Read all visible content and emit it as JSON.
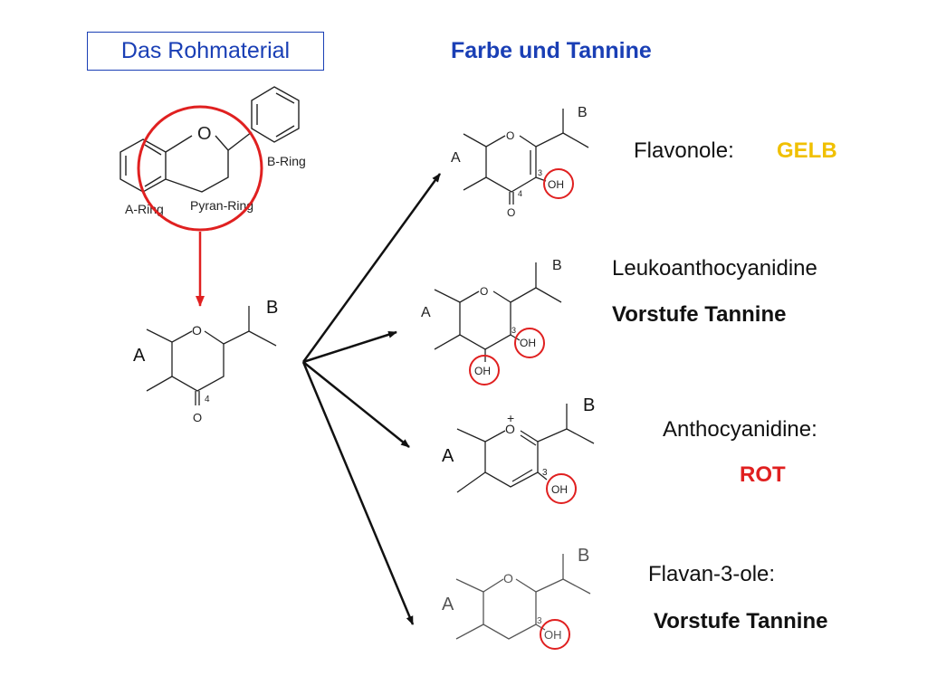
{
  "header": {
    "box_title": "Das Rohmaterial",
    "heading": "Farbe und Tannine"
  },
  "colors": {
    "blue": "#1a3fb5",
    "red": "#e02020",
    "yellow": "#f0c000",
    "black": "#111111"
  },
  "top_structure": {
    "o": "O",
    "a_ring": "A-Ring",
    "b_ring": "B-Ring",
    "pyran_ring": "Pyran-Ring"
  },
  "center_structure": {
    "a": "A",
    "b": "B",
    "o": "O",
    "carbonyl_o": "O",
    "pos4": "4"
  },
  "flavonol": {
    "a": "A",
    "b": "B",
    "o": "O",
    "carbonyl_o": "O",
    "pos3": "3",
    "pos4": "4",
    "oh": "OH",
    "label": "Flavonole:",
    "color_word": "GELB"
  },
  "leuko": {
    "a": "A",
    "b": "B",
    "o": "O",
    "pos3": "3",
    "oh3": "OH",
    "oh4": "OH",
    "label": "Leukoanthocyanidine",
    "sublabel": "Vorstufe Tannine"
  },
  "antho": {
    "a": "A",
    "b": "B",
    "o": "O",
    "plus": "+",
    "pos3": "3",
    "oh": "OH",
    "label": "Anthocyanidine:",
    "color_word": "ROT"
  },
  "flavan": {
    "a": "A",
    "b": "B",
    "o": "O",
    "pos3": "3",
    "oh": "OH",
    "label": "Flavan-3-ole:",
    "sublabel": "Vorstufe Tannine"
  }
}
